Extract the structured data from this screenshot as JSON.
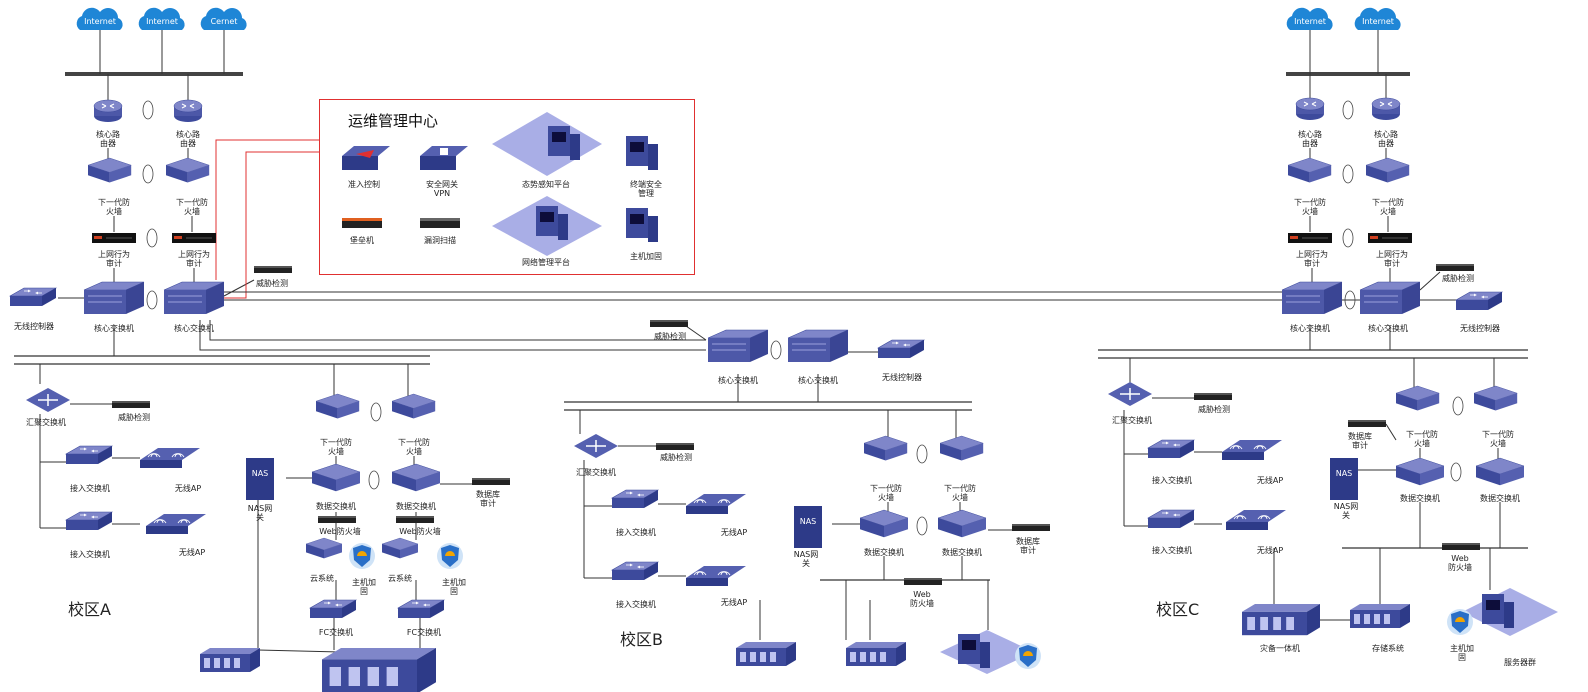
{
  "clouds_left": [
    "Internet",
    "Internet",
    "Cernet"
  ],
  "clouds_right": [
    "Internet",
    "Internet"
  ],
  "ops_center": {
    "title": "运维管理中心",
    "items": {
      "access_control": "准入控制",
      "security_gateway": "安全网关\nVPN",
      "situational_awareness": "态势感知平台",
      "terminal_security": "终端安全\n管理",
      "bastion": "堡垒机",
      "vuln_scan": "漏洞扫描",
      "network_mgmt": "网络管理平台",
      "host_hardening": "主机加固"
    }
  },
  "labels": {
    "core_router": "核心路\n由器",
    "ngfw": "下一代防\n火墙",
    "online_audit": "上网行为\n审计",
    "core_switch": "核心交换机",
    "wireless_controller": "无线控制器",
    "threat_detection": "威胁检测",
    "agg_switch": "汇聚交换机",
    "access_switch": "接入交换机",
    "wireless_ap": "无线AP",
    "nas_gateway": "NAS网\n关",
    "data_switch": "数据交换机",
    "db_audit": "数据库\n审计",
    "web_fw_inline": "Web防火墙",
    "web_fw": "Web\n防火墙",
    "cloud_system": "云系统",
    "host_hardening": "主机加\n固",
    "fc_switch": "FC交换机",
    "backup_appliance": "灾备一体机",
    "storage_system": "存储系统",
    "server_cluster": "服务器群"
  },
  "campus": {
    "a": "校区A",
    "b": "校区B",
    "c": "校区C"
  },
  "colors": {
    "cloud": "#1f86d6",
    "device_top": "#7f86c9",
    "device_side": "#3d4a9c",
    "device_front": "#5560b0",
    "panel_border": "#e03030",
    "line": "#333333",
    "platform": "#a9aee6"
  }
}
